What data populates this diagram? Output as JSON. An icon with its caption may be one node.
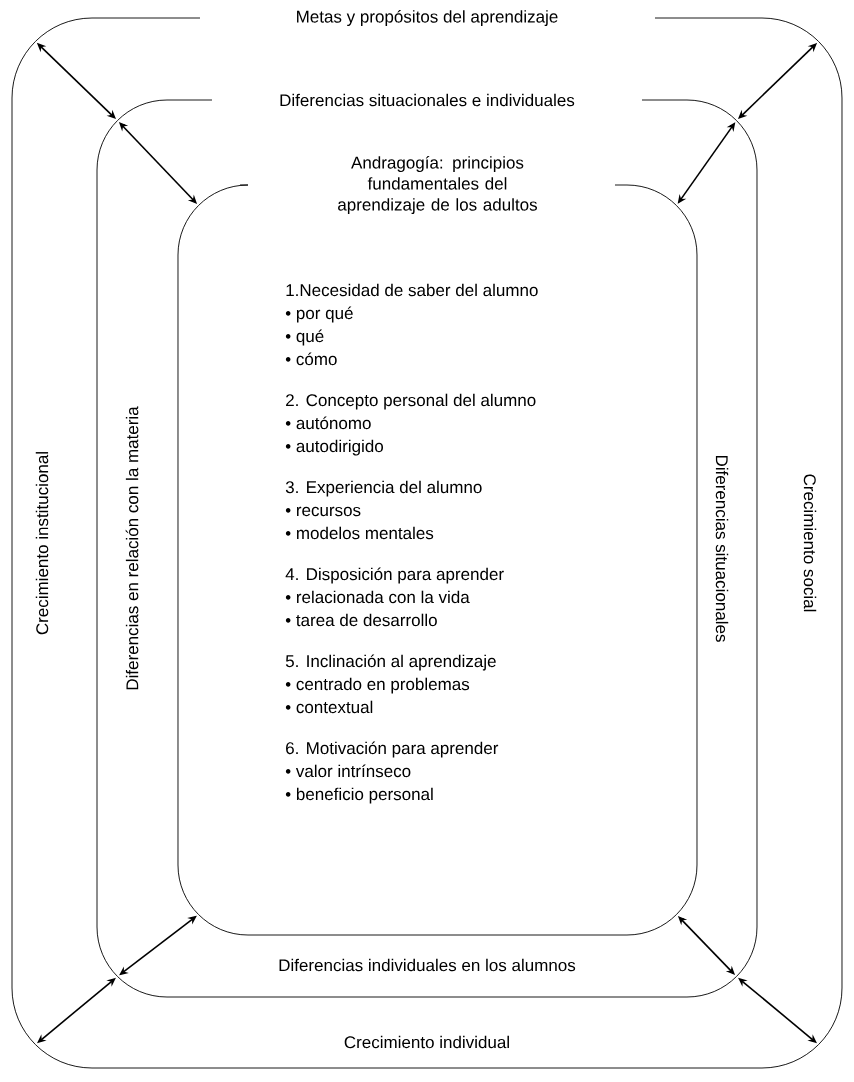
{
  "diagram": {
    "nodes": [
      {
        "text": [
          "Metas y propósitos del aprendizaje",
          "Crecimiento institucional",
          "Crecimiento social",
          "Crecimiento individual"
        ]
      },
      {
        "text": [
          "Diferencias situacionales e individuales",
          "Diferencias en relación con la materia",
          "Diferencias situacionales",
          "Diferencias individuales en los alumnos"
        ],
        "in": 0
      },
      {
        "text": [
          "Andragogía: principios fundamentales del aprendizaje de los adultos",
          "1.Necesidad de saber del alumno",
          "• por qué",
          "• qué",
          "• cómo",
          "2. Concepto personal del alumno",
          "• autónomo",
          "• autodirigido",
          "3. Experiencia del alumno",
          "• recursos",
          "• modelos mentales",
          "4. Disposición para aprender",
          "• relacionada con la vida",
          "• tarea de desarrollo",
          "5. Inclinación al aprendizaje",
          "• centrado en problemas",
          "• contextual",
          "6. Motivación para aprender",
          "• valor intrínseco",
          "• beneficio personal"
        ],
        "in": 1
      }
    ],
    "edges": [
      {
        "from": 0,
        "to": 1,
        "arrow": "both"
      },
      {
        "from": 0,
        "to": 1,
        "arrow": "both"
      },
      {
        "from": 0,
        "to": 1,
        "arrow": "both"
      },
      {
        "from": 0,
        "to": 1,
        "arrow": "both"
      },
      {
        "from": 1,
        "to": 2,
        "arrow": "both"
      },
      {
        "from": 1,
        "to": 2,
        "arrow": "both"
      },
      {
        "from": 1,
        "to": 2,
        "arrow": "both"
      },
      {
        "from": 1,
        "to": 2,
        "arrow": "both"
      }
    ]
  }
}
